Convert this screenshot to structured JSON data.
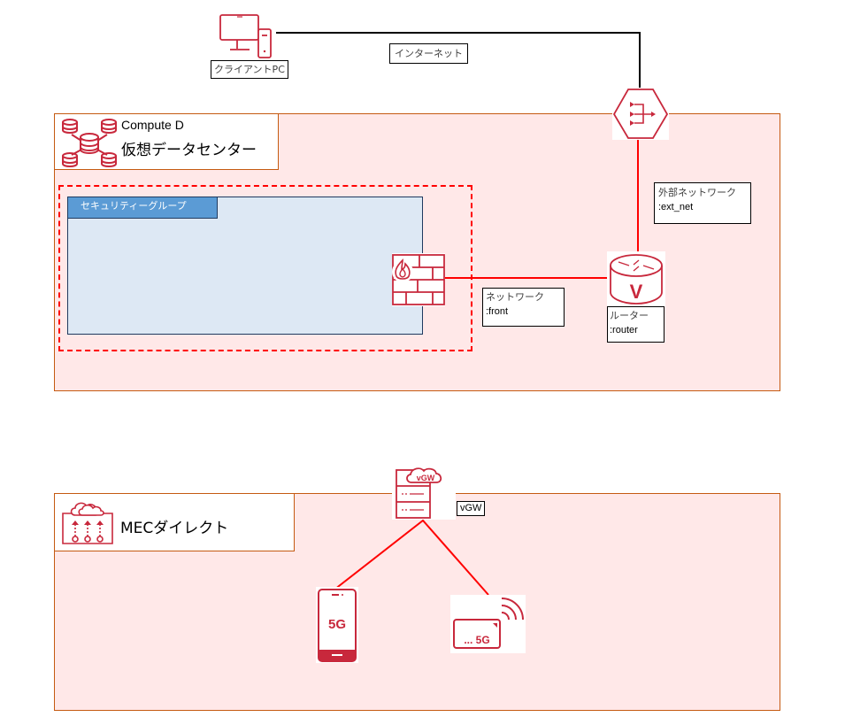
{
  "diagram": {
    "client": {
      "label": "クライアントPC",
      "icon": "desktop-computer-icon"
    },
    "internet": {
      "label": "インターネット"
    },
    "gateway": {
      "icon": "internet-gateway-hex-icon"
    },
    "compute_zone": {
      "title": "Compute D",
      "subtitle": "仮想データセンター",
      "icon": "database-cluster-icon"
    },
    "security_group": {
      "label": "セキュリティーグループ"
    },
    "firewall": {
      "icon": "firewall-icon"
    },
    "front_network": {
      "name": "ネットワーク",
      "id": ":front"
    },
    "ext_network": {
      "name": "外部ネットワーク",
      "id": ":ext_net"
    },
    "router": {
      "name": "ルーター",
      "id": ":router",
      "glyph": "V"
    },
    "mec_zone": {
      "title": "MECダイレクト",
      "icon": "mec-cloud-icon"
    },
    "vgw": {
      "label": "vGW",
      "badge": "vGW"
    },
    "phone": {
      "badge": "5G"
    },
    "router5g": {
      "badge": "... 5G"
    },
    "colors": {
      "zone_fill": "#ffe8e8",
      "zone_border": "#c55a11",
      "icon_red": "#c8283c",
      "link_red": "#ff0000",
      "sg_fill": "#dde8f4",
      "sg_tab": "#5b9bd5"
    }
  }
}
